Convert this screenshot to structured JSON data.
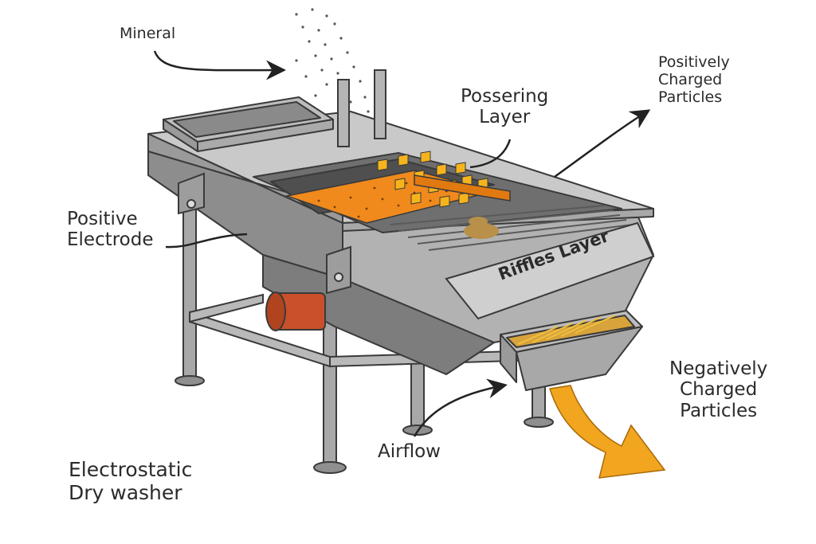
{
  "diagram": {
    "title": "Electrostatic\nDry washer",
    "labels": {
      "mineral": "Mineral",
      "possering_layer": "Possering\nLayer",
      "positively_charged": "Positively\nCharged\nParticles",
      "positive_electrode": "Positive\nElectrode",
      "riffles_layer": "Riffles Layer",
      "negatively_charged": "Negatively\nCharged\nParticles",
      "airflow": "Airflow"
    },
    "colors": {
      "steel_light": "#c9c9c9",
      "steel_mid": "#a8a8a8",
      "steel_dark": "#7d7d7d",
      "outline": "#3a3a3a",
      "orange_bed": "#f08a1c",
      "yellow_chip": "#f6b41c",
      "motor_red": "#c9502a",
      "arrow_orange": "#f2a51f",
      "arrow_dark": "#222222"
    }
  }
}
